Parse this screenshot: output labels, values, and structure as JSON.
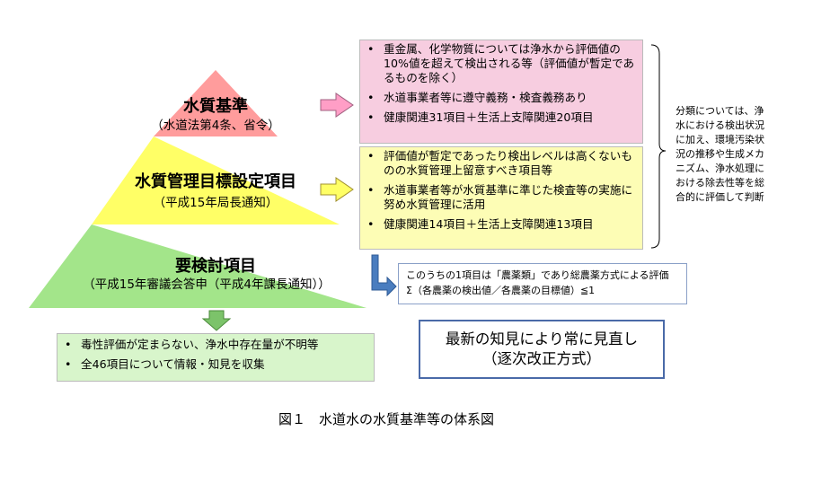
{
  "pyramid": {
    "tiers": [
      {
        "title": "水質基準",
        "sub": "（水道法第4条、省令）",
        "color": "#ff9c9c"
      },
      {
        "title": "水質管理目標設定項目",
        "sub": "（平成15年局長通知）",
        "color": "#ffff66"
      },
      {
        "title": "要検討項目",
        "sub": "（平成15年審議会答申（平成4年課長通知））",
        "color": "#a3e58a"
      }
    ]
  },
  "boxes": {
    "standards": {
      "color": "#f7cde0",
      "items": [
        "重金属、化学物質については浄水から評価値の10%値を超えて検出される等（評価値が暫定であるものを除く）",
        "水道事業者等に遵守義務・検査義務あり",
        "健康関連31項目＋生活上支障関連20項目"
      ]
    },
    "targets": {
      "color": "#fdfdb5",
      "items": [
        "評価値が暫定であったり検出レベルは高くないものの水質管理上留意すべき項目等",
        "水道事業者等が水質基準に準じた検査等の実施に努め水質管理に活用",
        "健康関連14項目＋生活上支障関連13項目"
      ]
    },
    "pending": {
      "color": "#d8f5cb",
      "items": [
        "毒性評価が定まらない、浄水中存在量が不明等",
        "全46項目について情報・知見を収集"
      ]
    }
  },
  "pesticide_note": {
    "line1": "このうちの1項目は「農薬類」であり総農薬方式による評価",
    "line2": "Σ（各農薬の検出値／各農薬の目標値）≦1"
  },
  "side_note": {
    "lines": [
      "分類については、浄",
      "水における検出状況",
      "に加え、環境汚染状",
      "況の推移や生成メカ",
      "ニズム、浄水処理に",
      "おける除去性等を総",
      "合的に評価して判断"
    ]
  },
  "review_box": {
    "line1": "最新の知見により常に見直し",
    "line2": "（逐次改正方式）"
  },
  "caption": "図１　水道水の水質基準等の体系図",
  "colors": {
    "arrow_pink": "#ff9ec6",
    "arrow_yellow": "#ffff66",
    "arrow_green": "#7cc36a",
    "arrow_blue": "#4a7dbf",
    "review_border": "#4a6aa8"
  }
}
